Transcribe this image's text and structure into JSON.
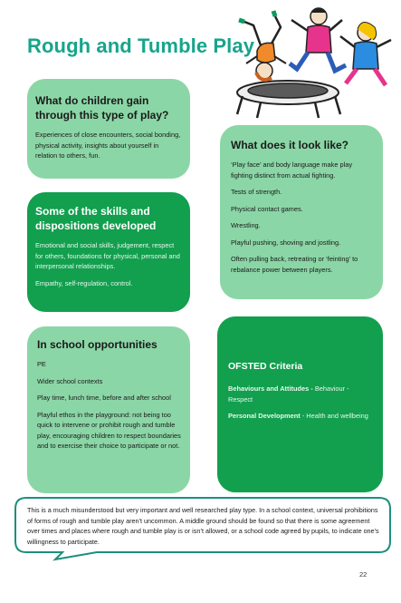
{
  "title": "Rough and Tumble Play",
  "gain": {
    "heading": "What do children gain through this type of play?",
    "text": "Experiences of close encounters, social bonding, physical activity, insights about yourself in relation to others, fun."
  },
  "look": {
    "heading": "What does it look like?",
    "items": [
      "‘Play face’ and body language make play fighting distinct from actual fighting.",
      "Tests of strength.",
      "Physical contact games.",
      "Wrestling.",
      "Playful pushing, shoving and jostling.",
      "Often pulling back, retreating or ‘feinting’ to rebalance power between players."
    ]
  },
  "skills": {
    "heading": "Some of the skills and dispositions developed",
    "items": [
      "Emotional and social skills, judgement, respect for others, foundations for physical, personal and interpersonal relationships.",
      "Empathy, self-regulation, control."
    ]
  },
  "school": {
    "heading": "In school opportunities",
    "items": [
      "PE",
      "Wider school contexts",
      "Play time, lunch time, before and after school",
      "Playful ethos in the playground: not being too quick to intervene or prohibit rough and tumble play, encouraging children to respect boundaries and to exercise their choice to participate or not."
    ]
  },
  "ofsted": {
    "heading": "OFSTED Criteria",
    "c1_label": "Behaviours and Attitudes",
    "c1_sep": " - ",
    "c1_value": "Behaviour - Respect",
    "c2_label": "Personal Development",
    "c2_sep": " - ",
    "c2_value": "Health and wellbeing"
  },
  "callout": "This is a much misunderstood but very important and well researched play type. In a school context, universal prohibitions of forms of rough and tumble play aren’t uncommon. A middle ground should be found so that there is some agreement over times and places where rough and tumble play is or isn’t allowed, or a school code agreed by pupils, to indicate one’s willingness to participate.",
  "page_number": "22",
  "colors": {
    "title": "#16a58c",
    "light_box": "#8bd6a6",
    "dark_box": "#129f4e",
    "callout_border": "#1c8f7e"
  },
  "illustration": "children-jumping-on-trampoline"
}
